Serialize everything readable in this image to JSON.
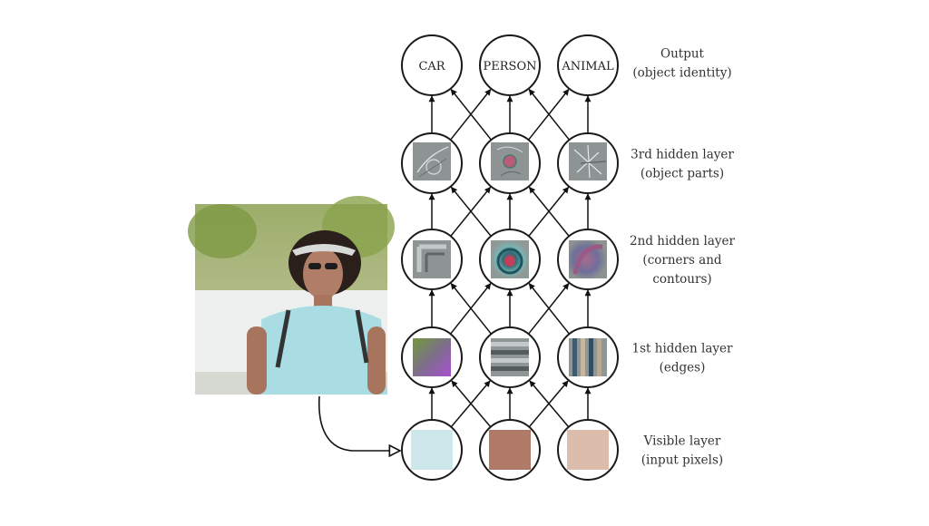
{
  "diagram": {
    "output_nodes": [
      "CAR",
      "PERSON",
      "ANIMAL"
    ],
    "layer_labels": [
      {
        "lines": [
          "Output",
          "(object identity)"
        ]
      },
      {
        "lines": [
          "3rd hidden layer",
          "(object parts)"
        ]
      },
      {
        "lines": [
          "2nd hidden layer",
          "(corners and",
          "contours)"
        ]
      },
      {
        "lines": [
          "1st hidden layer",
          "(edges)"
        ]
      },
      {
        "lines": [
          "Visible layer",
          "(input pixels)"
        ]
      }
    ],
    "input_pixel_colors": [
      "#cde7ea",
      "#b07a68",
      "#dcbcaa"
    ],
    "colors": {
      "node_stroke": "#1a1a1a",
      "arrow": "#111111",
      "feature_bg": "#8e9494"
    },
    "photo_icon": "person-photo-icon"
  }
}
